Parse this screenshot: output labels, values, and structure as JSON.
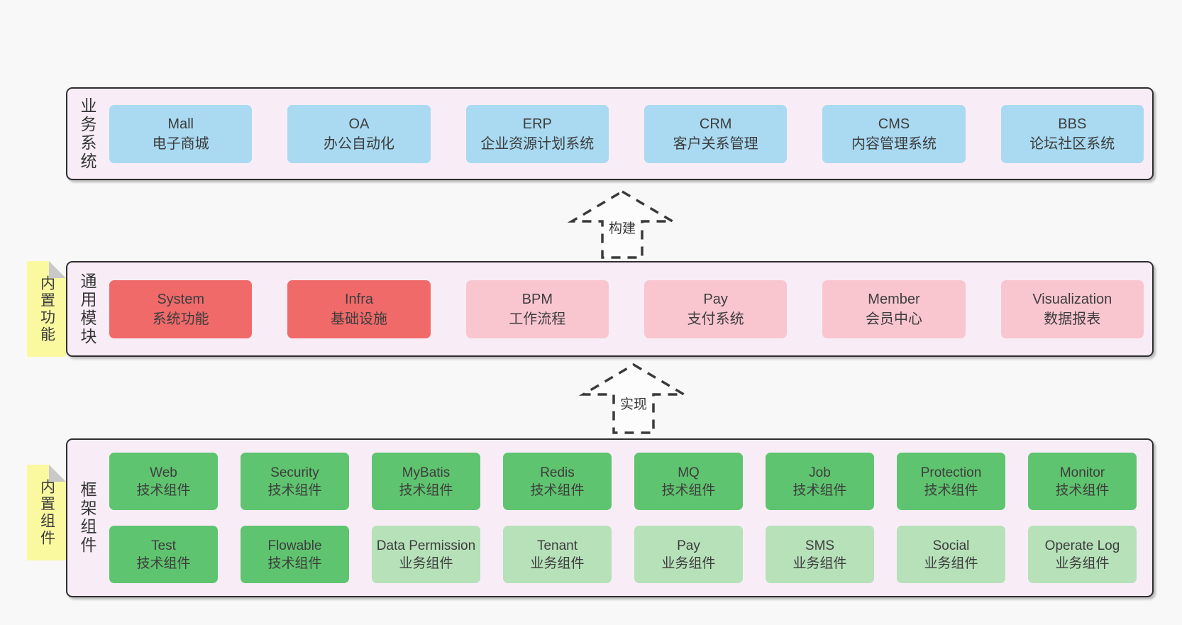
{
  "colors": {
    "background": "#f8f8f8",
    "band_background": "#f8edf6",
    "band_border": "#2e2e2e",
    "blue_box": "#a9daf1",
    "red_box": "#f16a6a",
    "pink_box": "#f9c6d0",
    "green_box": "#5fc46f",
    "light_green_box": "#b6e1b9",
    "tag_yellow": "#fbf9a0",
    "tag_fold_gray": "#c9c9c9"
  },
  "bands": {
    "business": {
      "label": "业务系统",
      "boxes": [
        {
          "title": "Mall",
          "subtitle": "电子商城",
          "variant": "blue"
        },
        {
          "title": "OA",
          "subtitle": "办公自动化",
          "variant": "blue"
        },
        {
          "title": "ERP",
          "subtitle": "企业资源计划系统",
          "variant": "blue"
        },
        {
          "title": "CRM",
          "subtitle": "客户关系管理",
          "variant": "blue"
        },
        {
          "title": "CMS",
          "subtitle": "内容管理系统",
          "variant": "blue"
        },
        {
          "title": "BBS",
          "subtitle": "论坛社区系统",
          "variant": "blue"
        }
      ]
    },
    "modules": {
      "label": "通用模块",
      "tag": "内置功能",
      "boxes": [
        {
          "title": "System",
          "subtitle": "系统功能",
          "variant": "red"
        },
        {
          "title": "Infra",
          "subtitle": "基础设施",
          "variant": "red"
        },
        {
          "title": "BPM",
          "subtitle": "工作流程",
          "variant": "pink"
        },
        {
          "title": "Pay",
          "subtitle": "支付系统",
          "variant": "pink"
        },
        {
          "title": "Member",
          "subtitle": "会员中心",
          "variant": "pink"
        },
        {
          "title": "Visualization",
          "subtitle": "数据报表",
          "variant": "pink"
        }
      ]
    },
    "components": {
      "label": "框架组件",
      "tag": "内置组件",
      "rows": [
        [
          {
            "title": "Web",
            "subtitle": "技术组件",
            "variant": "green"
          },
          {
            "title": "Security",
            "subtitle": "技术组件",
            "variant": "green"
          },
          {
            "title": "MyBatis",
            "subtitle": "技术组件",
            "variant": "green"
          },
          {
            "title": "Redis",
            "subtitle": "技术组件",
            "variant": "green"
          },
          {
            "title": "MQ",
            "subtitle": "技术组件",
            "variant": "green"
          },
          {
            "title": "Job",
            "subtitle": "技术组件",
            "variant": "green"
          },
          {
            "title": "Protection",
            "subtitle": "技术组件",
            "variant": "green"
          },
          {
            "title": "Monitor",
            "subtitle": "技术组件",
            "variant": "green"
          }
        ],
        [
          {
            "title": "Test",
            "subtitle": "技术组件",
            "variant": "green"
          },
          {
            "title": "Flowable",
            "subtitle": "技术组件",
            "variant": "green"
          },
          {
            "title": "Data Permission",
            "subtitle": "业务组件",
            "variant": "lightgreen"
          },
          {
            "title": "Tenant",
            "subtitle": "业务组件",
            "variant": "lightgreen"
          },
          {
            "title": "Pay",
            "subtitle": "业务组件",
            "variant": "lightgreen"
          },
          {
            "title": "SMS",
            "subtitle": "业务组件",
            "variant": "lightgreen"
          },
          {
            "title": "Social",
            "subtitle": "业务组件",
            "variant": "lightgreen"
          },
          {
            "title": "Operate Log",
            "subtitle": "业务组件",
            "variant": "lightgreen"
          }
        ]
      ]
    }
  },
  "arrows": [
    {
      "label": "构建"
    },
    {
      "label": "实现"
    }
  ]
}
